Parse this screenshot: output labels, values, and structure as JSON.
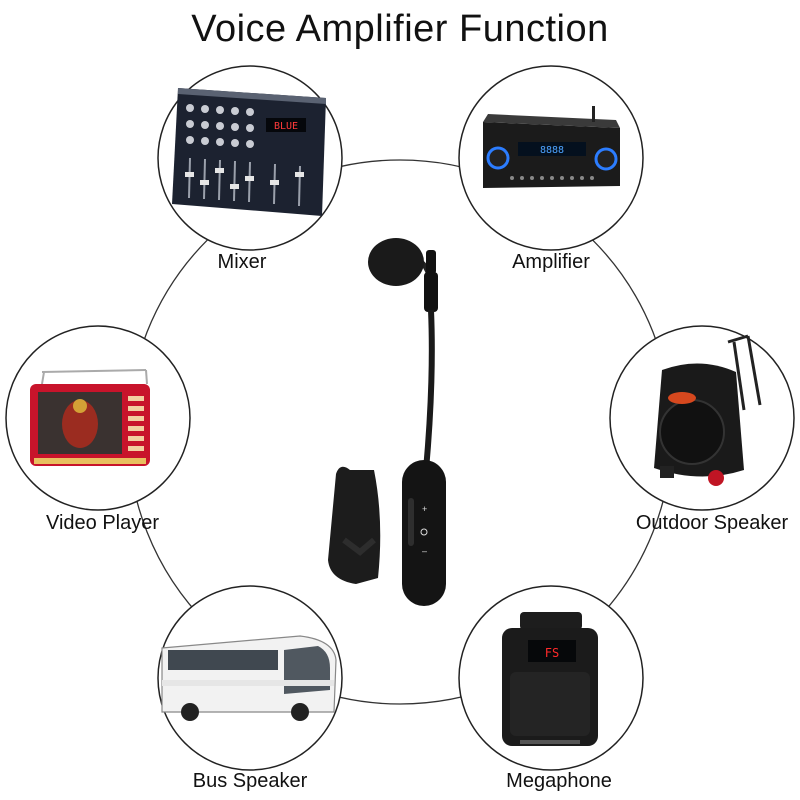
{
  "title": "Voice Amplifier Function",
  "devices": {
    "mixer": "Mixer",
    "amplifier": "Amplifier",
    "video_player": "Video Player",
    "outdoor_speaker": "Outdoor Speaker",
    "bus_speaker": "Bus Speaker",
    "megaphone": "Megaphone"
  },
  "amp_display": "8888",
  "mixer_display": "BLUE",
  "megaphone_display": "FS",
  "icons": [
    "mixer-icon",
    "amplifier-icon",
    "video-player-icon",
    "outdoor-speaker-icon",
    "bus-icon",
    "megaphone-icon",
    "microphone-icon"
  ],
  "colors": {
    "ring": "#222222",
    "device_dark": "#1a1a1a",
    "tv_red": "#c8142b",
    "led_red": "#ff2a2a",
    "amp_blue": "#2c7dff"
  }
}
